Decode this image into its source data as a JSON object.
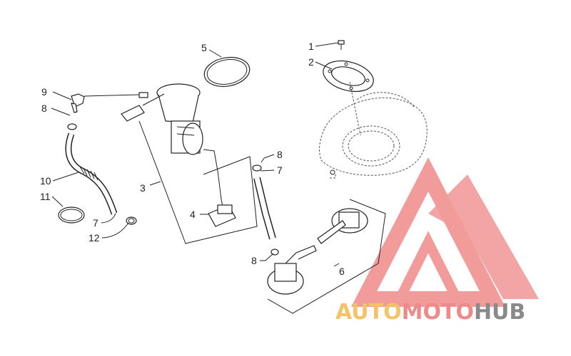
{
  "callouts": {
    "c1": "1",
    "c2": "2",
    "c3": "3",
    "c4": "4",
    "c5": "5",
    "c6": "6",
    "c7a": "7",
    "c7b": "7",
    "c8a": "8",
    "c8b": "8",
    "c8c": "8",
    "c9": "9",
    "c10": "10",
    "c11": "11",
    "c12": "12"
  },
  "watermark": {
    "part1": "AUTO",
    "part2": "MOTO",
    "part3": "HUB",
    "color1": "#f3c36a",
    "color2": "#ef8a8a",
    "color3": "#8a8a8a",
    "logo_color": "#f08a8a"
  },
  "colors": {
    "line": "#222222",
    "background": "#ffffff"
  }
}
